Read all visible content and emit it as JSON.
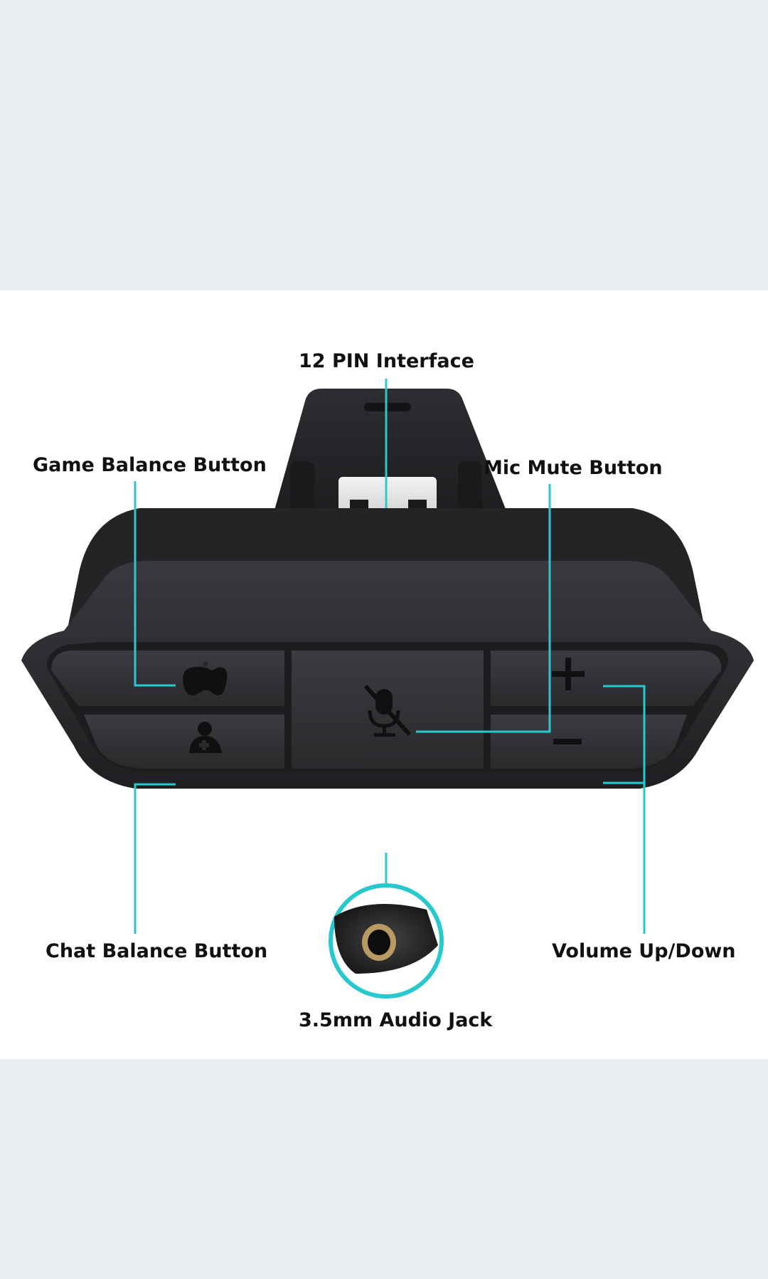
{
  "callouts": {
    "pin_interface": "12 PIN Interface",
    "game_balance": "Game Balance Button",
    "mic_mute": "Mic Mute Button",
    "chat_balance": "Chat Balance Button",
    "volume": "Volume Up/Down",
    "audio_jack": "3.5mm Audio Jack"
  },
  "colors": {
    "page_background": "#e9edf0",
    "image_background": "#ffffff",
    "device_body": "#2b2b2e",
    "callout_line": "#27c9cf",
    "label_text": "#111111"
  },
  "icons": [
    "gamepad-icon",
    "person-plus-icon",
    "mic-muted-icon",
    "plus-icon",
    "minus-icon",
    "audio-jack-icon"
  ]
}
